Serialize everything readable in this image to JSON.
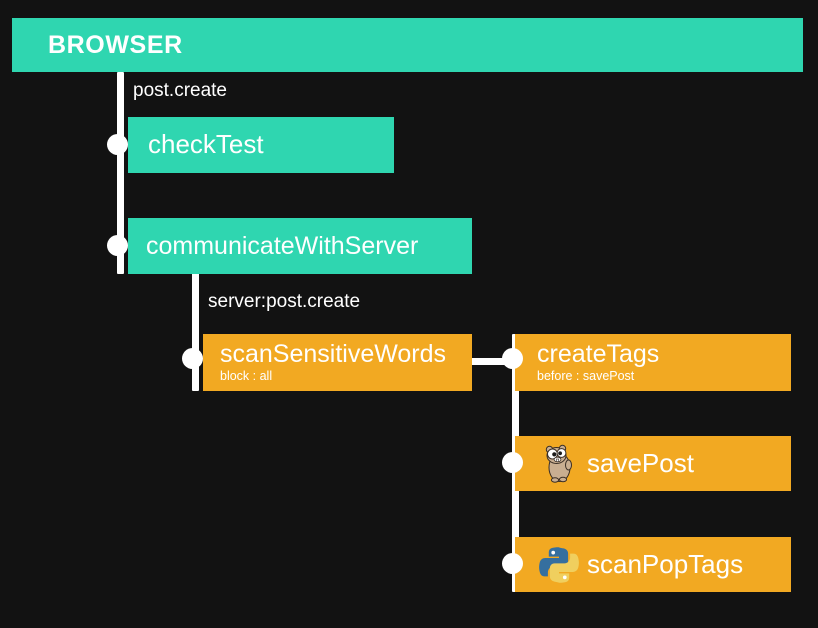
{
  "palette": {
    "background": "#121212",
    "teal": "#2FD6B0",
    "orange": "#F2A922",
    "line": "#ffffff",
    "text": "#ffffff"
  },
  "header": {
    "title": "BROWSER"
  },
  "edge_labels": {
    "root_event": "post.create",
    "server_event": "server:post.create"
  },
  "nodes": [
    {
      "id": "checkTest",
      "title": "checkTest",
      "subtitle": "",
      "color": "teal",
      "icon": ""
    },
    {
      "id": "communicateWithServer",
      "title": "communicateWithServer",
      "subtitle": "",
      "color": "teal",
      "icon": ""
    },
    {
      "id": "scanSensitiveWords",
      "title": "scanSensitiveWords",
      "subtitle": "block : all",
      "color": "orange",
      "icon": ""
    },
    {
      "id": "createTags",
      "title": "createTags",
      "subtitle": "before : savePost",
      "color": "orange",
      "icon": ""
    },
    {
      "id": "savePost",
      "title": "savePost",
      "subtitle": "",
      "color": "orange",
      "icon": "go-gopher-icon"
    },
    {
      "id": "scanPopTags",
      "title": "scanPopTags",
      "subtitle": "",
      "color": "orange",
      "icon": "python-logo-icon"
    }
  ]
}
